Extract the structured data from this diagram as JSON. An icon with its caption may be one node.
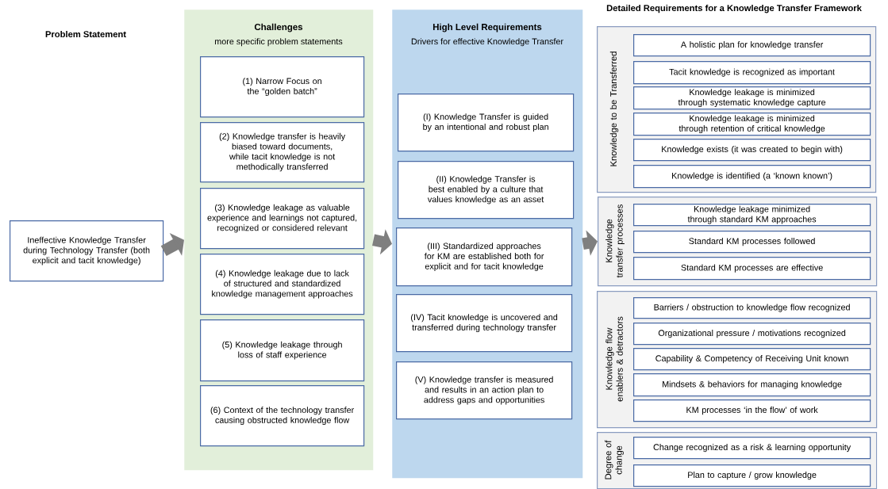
{
  "diagram": {
    "nodes": [
      {
        "text": [
          "Ineffective Knowledge Transfer during Technology Transfer (both explicit and tacit knowledge)"
        ]
      },
      {
        "text": [
          "Challenges",
          "more specific problem statements"
        ]
      },
      {
        "text": [
          "(1) Narrow Focus on the “golden batch”"
        ],
        "in": 1
      },
      {
        "text": [
          "(2) Knowledge transfer is heavily biased toward documents, while tacit knowledge is not methodically transferred"
        ],
        "in": 1
      },
      {
        "text": [
          "(3) Knowledge leakage as valuable experience and learnings not captured, recognized or considered relevant"
        ],
        "in": 1
      },
      {
        "text": [
          "(4) Knowledge leakage due to lack of structured and standardized knowledge management approaches"
        ],
        "in": 1
      },
      {
        "text": [
          "(5) Knowledge leakage through loss of staff experience"
        ],
        "in": 1
      },
      {
        "text": [
          "(6) Context of the technology transfer causing obstructed knowledge flow"
        ],
        "in": 1
      },
      {
        "text": [
          "High Level Requirements",
          "Drivers for effective Knowledge Transfer"
        ]
      },
      {
        "text": [
          "(I) Knowledge Transfer is guided by an intentional and robust plan"
        ],
        "in": 8
      },
      {
        "text": [
          "(II) Knowledge Transfer is best enabled by a culture that values knowledge as an asset"
        ],
        "in": 8
      },
      {
        "text": [
          "(III) Standardized approaches for KM are established both for explicit and for tacit knowledge"
        ],
        "in": 8
      },
      {
        "text": [
          "(IV) Tacit knowledge is uncovered and transferred during technology transfer"
        ],
        "in": 8
      },
      {
        "text": [
          "(V) Knowledge transfer is measured and results in an action plan to address gaps and opportunities"
        ],
        "in": 8
      },
      {
        "text": [
          "Knowledge to be Transferred"
        ]
      },
      {
        "text": [
          "A holistic plan for knowledge transfer"
        ],
        "in": 14
      },
      {
        "text": [
          "Tacit knowledge is recognized as important"
        ],
        "in": 14
      },
      {
        "text": [
          "Knowledge leakage is minimized through systematic knowledge capture"
        ],
        "in": 14
      },
      {
        "text": [
          "Knowledge leakage is minimized through retention of critical knowledge"
        ],
        "in": 14
      },
      {
        "text": [
          "Knowledge exists (it was created to begin with)"
        ],
        "in": 14
      },
      {
        "text": [
          "Knowledge is identified (a ‘known known’)"
        ],
        "in": 14
      },
      {
        "text": [
          "Knowledge transfer processes"
        ]
      },
      {
        "text": [
          "Knowledge leakage minimized through standard KM approaches"
        ],
        "in": 21
      },
      {
        "text": [
          "Standard KM processes followed"
        ],
        "in": 21
      },
      {
        "text": [
          "Standard KM processes are effective"
        ],
        "in": 21
      },
      {
        "text": [
          "Knowledge flow enablers & detractors"
        ]
      },
      {
        "text": [
          "Barriers / obstruction to knowledge flow recognized"
        ],
        "in": 25
      },
      {
        "text": [
          "Organizational pressure / motivations recognized"
        ],
        "in": 25
      },
      {
        "text": [
          "Capability & Competency of Receiving Unit known"
        ],
        "in": 25
      },
      {
        "text": [
          "Mindsets & behaviors for managing knowledge"
        ],
        "in": 25
      },
      {
        "text": [
          "KM processes ‘in the flow’ of work"
        ],
        "in": 25
      },
      {
        "text": [
          "Degree of change"
        ]
      },
      {
        "text": [
          "Change recognized as a risk & learning opportunity"
        ],
        "in": 31
      },
      {
        "text": [
          "Plan to capture / grow knowledge"
        ],
        "in": 31
      }
    ],
    "edges": [
      {
        "from": 0,
        "to": 1,
        "arrow": "to"
      },
      {
        "from": 1,
        "to": 8,
        "arrow": "to"
      },
      {
        "from": 8,
        "to": 21,
        "arrow": "to"
      }
    ],
    "labels": [
      "Problem Statement",
      "Detailed Requirements for a Knowledge Transfer Framework"
    ]
  }
}
